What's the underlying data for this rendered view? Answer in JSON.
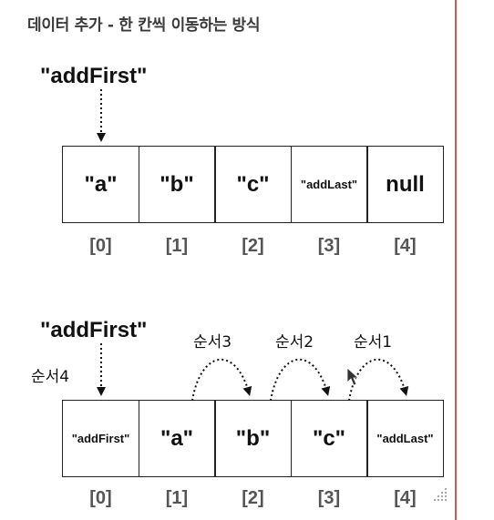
{
  "title": "데이터 추가 - 한 칸씩 이동하는 방식",
  "top": {
    "pointer_label": "\"addFirst\"",
    "cells": [
      "\"a\"",
      "\"b\"",
      "\"c\"",
      "\"addLast\"",
      "null"
    ],
    "indices": [
      "[0]",
      "[1]",
      "[2]",
      "[3]",
      "[4]"
    ]
  },
  "bottom": {
    "pointer_label": "\"addFirst\"",
    "order_labels": [
      "순서4",
      "순서3",
      "순서2",
      "순서1"
    ],
    "cells": [
      "\"addFirst\"",
      "\"a\"",
      "\"b\"",
      "\"c\"",
      "\"addLast\""
    ],
    "indices": [
      "[0]",
      "[1]",
      "[2]",
      "[3]",
      "[4]"
    ]
  }
}
